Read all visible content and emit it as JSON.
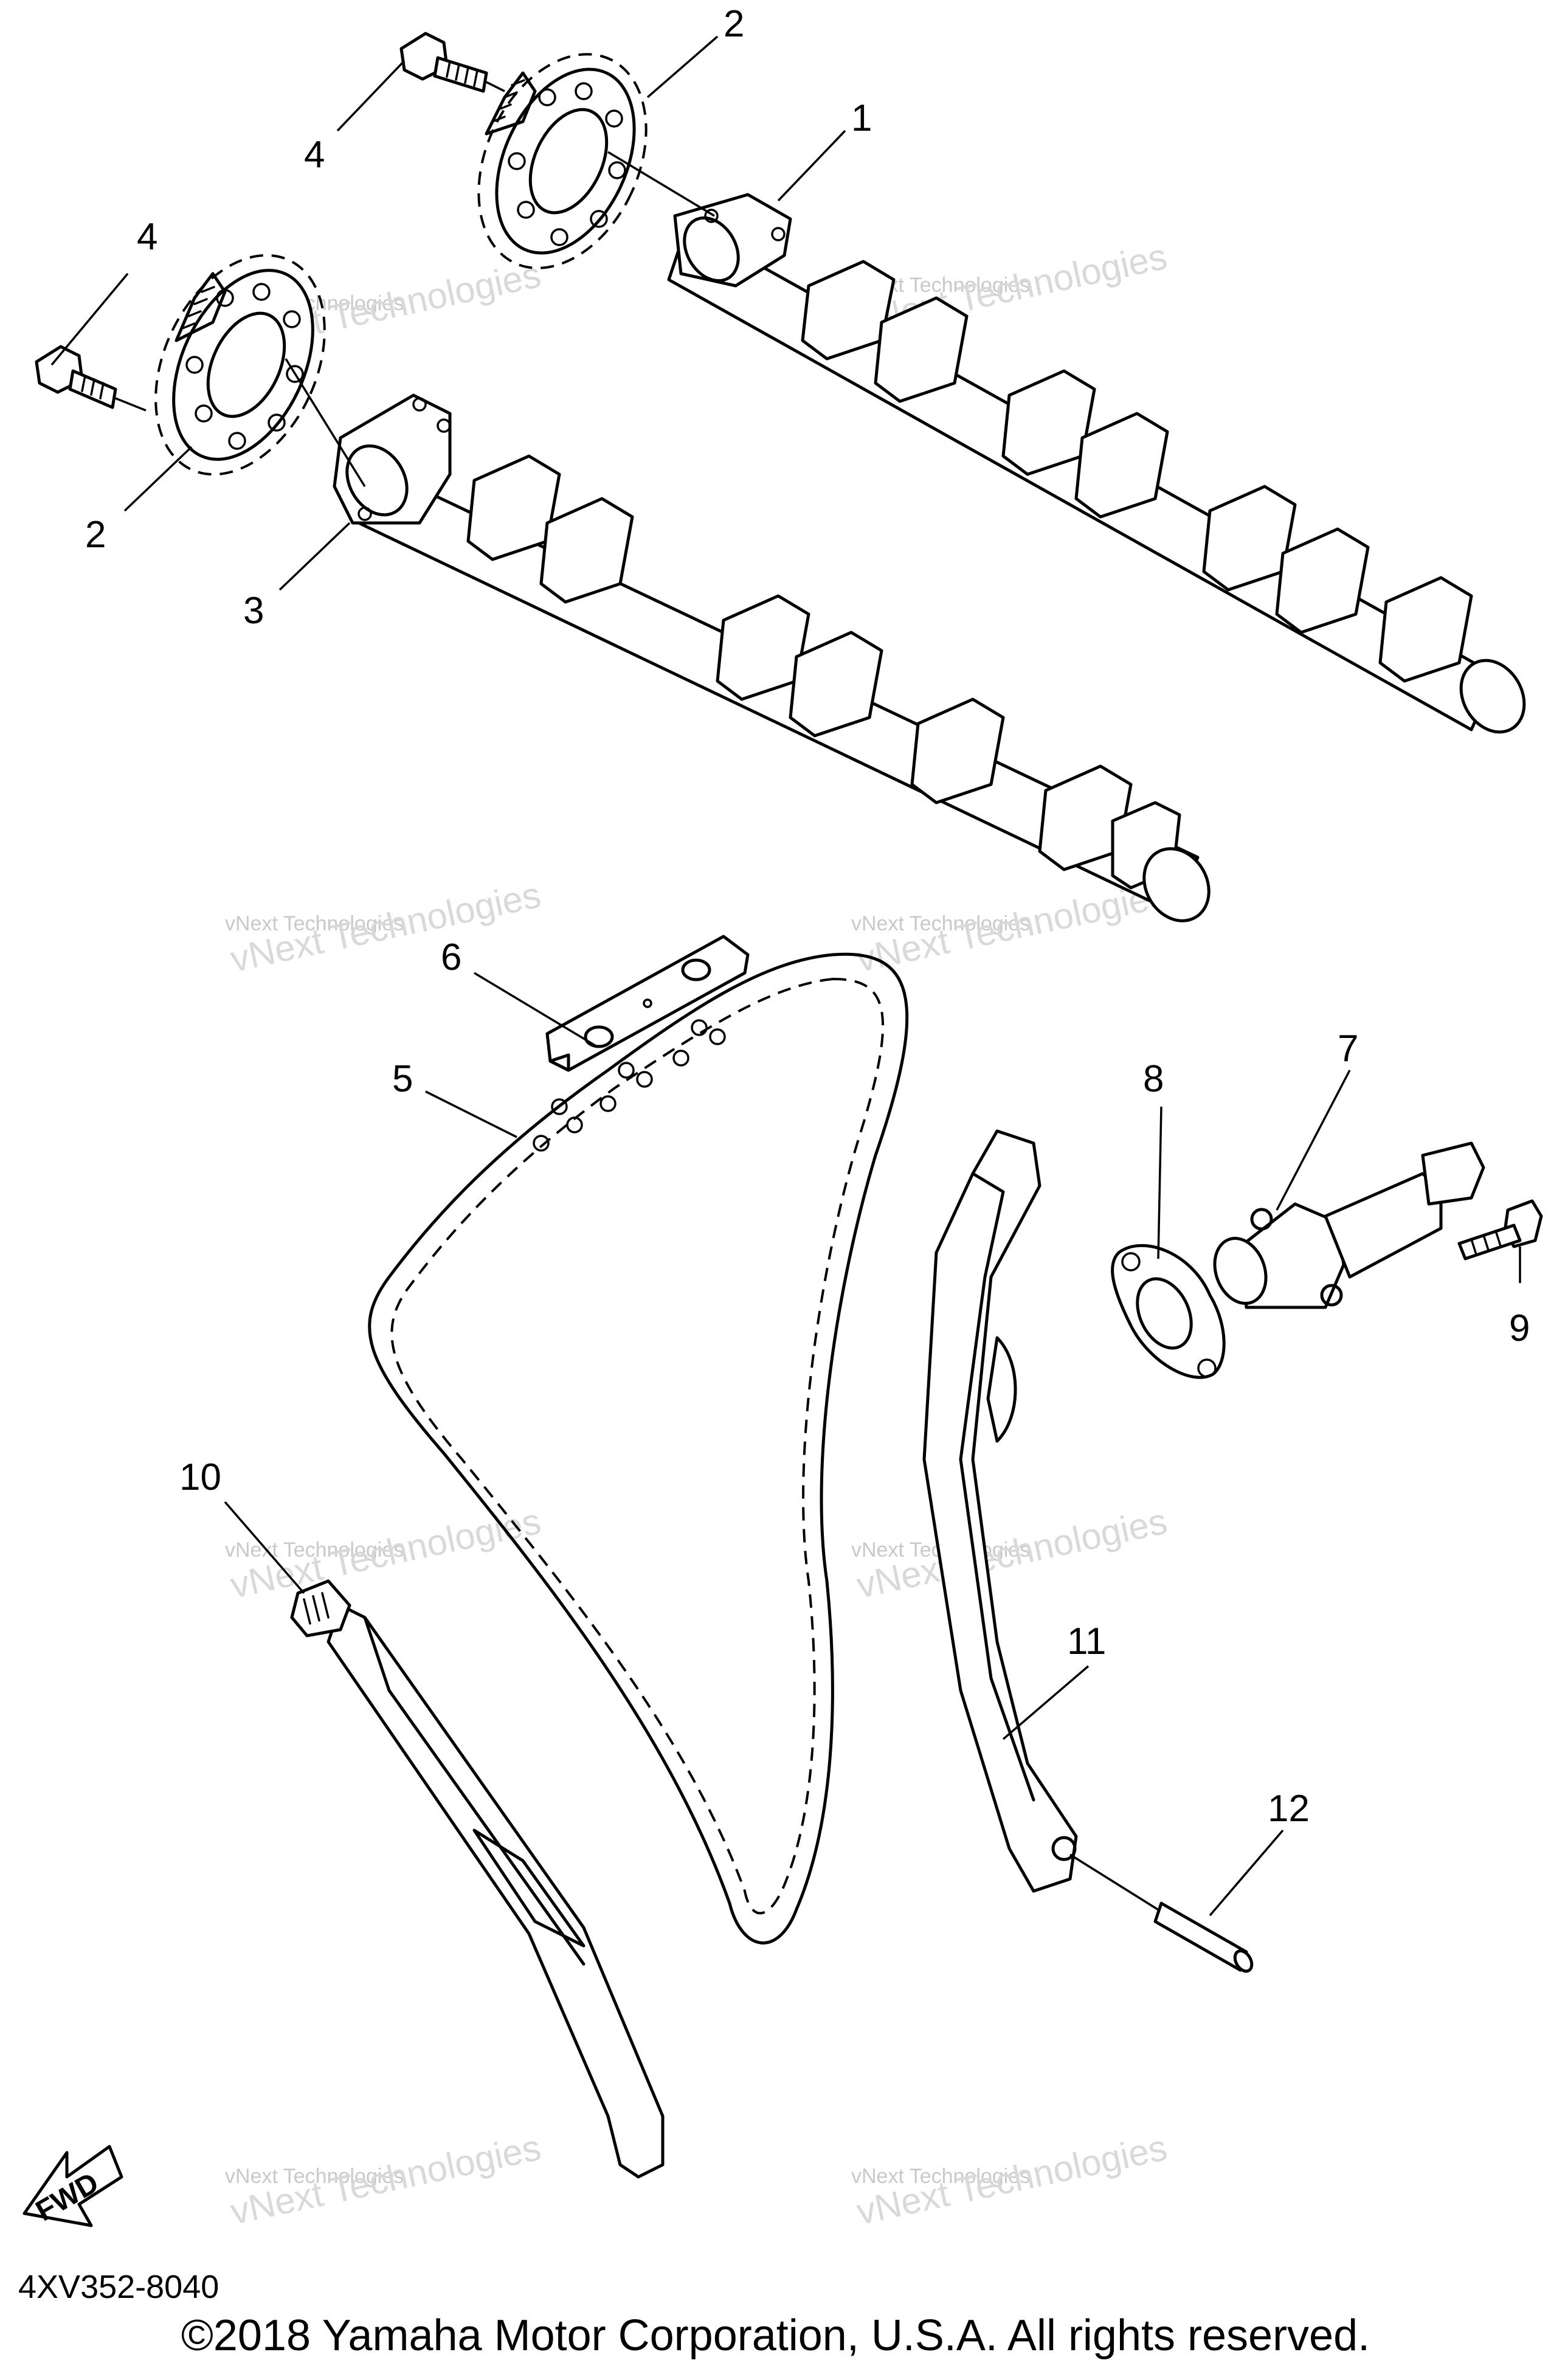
{
  "diagram": {
    "callouts": [
      {
        "id": "1",
        "label": "1"
      },
      {
        "id": "2a",
        "label": "2"
      },
      {
        "id": "2b",
        "label": "2"
      },
      {
        "id": "3",
        "label": "3"
      },
      {
        "id": "4a",
        "label": "4"
      },
      {
        "id": "4b",
        "label": "4"
      },
      {
        "id": "5",
        "label": "5"
      },
      {
        "id": "6",
        "label": "6"
      },
      {
        "id": "7",
        "label": "7"
      },
      {
        "id": "8",
        "label": "8"
      },
      {
        "id": "9",
        "label": "9"
      },
      {
        "id": "10",
        "label": "10"
      },
      {
        "id": "11",
        "label": "11"
      },
      {
        "id": "12",
        "label": "12"
      }
    ],
    "fwd_label": "FWD"
  },
  "watermark": {
    "line1": "vNext Technologies",
    "line2": "vNext Technologies"
  },
  "footer": {
    "part_code": "4XV352-8040",
    "copyright": "©2018 Yamaha Motor Corporation, U.S.A. All rights reserved."
  }
}
